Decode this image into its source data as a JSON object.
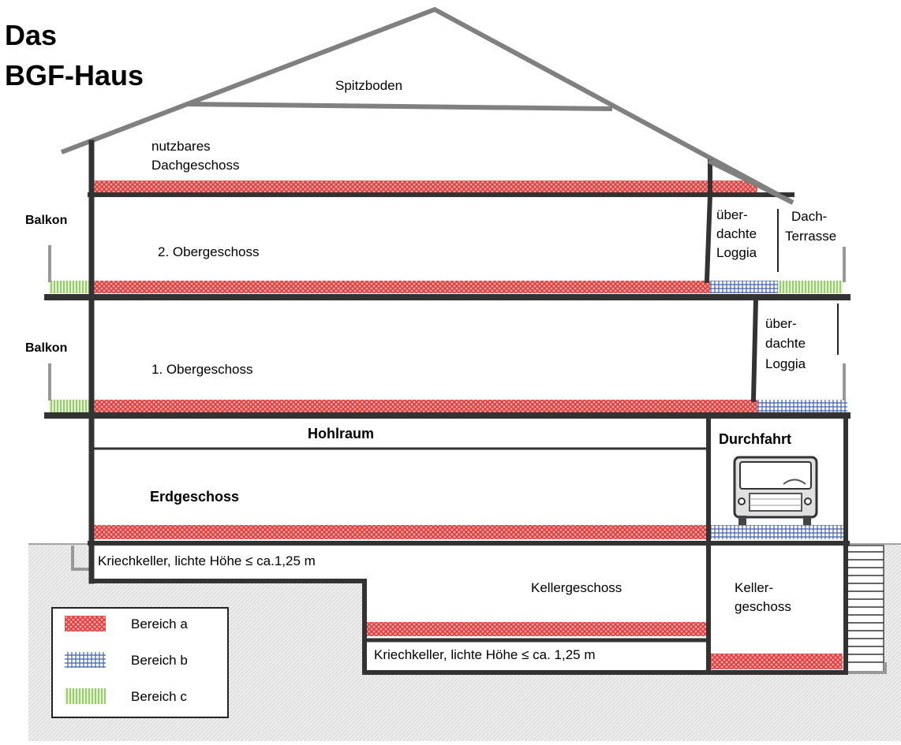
{
  "title": [
    "Das",
    "BGF-Haus"
  ],
  "rooms": {
    "spitzboden": "Spitzboden",
    "dachgeschoss": [
      "nutzbares",
      "Dachgeschoss"
    ],
    "og2": "2. Obergeschoss",
    "og1": "1. Obergeschoss",
    "hohlraum": "Hohlraum",
    "erdgeschoss": "Erdgeschoss",
    "durchfahrt": "Durchfahrt",
    "kellergeschoss": "Kellergeschoss",
    "kellergeschoss_right": [
      "Keller-",
      "geschoss"
    ],
    "kriechkeller_left": "Kriechkeller, lichte Höhe ≤ ca.1,25 m",
    "kriechkeller_bottom": "Kriechkeller, lichte Höhe ≤ ca. 1,25 m",
    "balkon_top": "Balkon",
    "balkon_mid": "Balkon",
    "loggia_top": [
      "über-",
      "dachte",
      "Loggia"
    ],
    "loggia_mid": [
      "über-",
      "dachte",
      "Loggia"
    ],
    "dachterrasse": [
      "Dach-",
      "Terrasse"
    ]
  },
  "legend": [
    {
      "label": "Bereich a",
      "pattern": "area-a"
    },
    {
      "label": "Bereich b",
      "pattern": "area-b"
    },
    {
      "label": "Bereich c",
      "pattern": "area-c"
    }
  ],
  "colors": {
    "area_a": "#e03c3c",
    "area_b": "#3f5faf",
    "area_c": "#7ab84a",
    "structure": "#333333",
    "roof": "#808080",
    "ground": "#e9e9e9"
  }
}
